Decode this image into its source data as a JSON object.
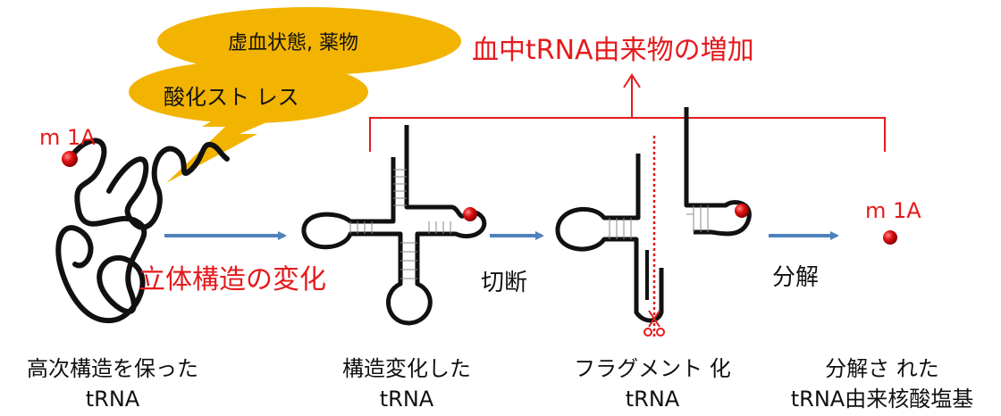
{
  "colors": {
    "red": "#e41a1c",
    "blue_arrow": "#4f81bd",
    "bubble_fill": "#f2b400",
    "black": "#111111"
  },
  "stressors": {
    "bubble_top": "虚血状態, 薬物",
    "bubble_bottom": "酸化スト レス"
  },
  "header": {
    "title": "血中tRNA由来物の増加"
  },
  "markers": {
    "m1a_left": "m 1A",
    "m1a_right": "m 1A"
  },
  "arrows": {
    "structure_change": "立体構造の変化",
    "cleavage": "切断",
    "degradation": "分解"
  },
  "captions": [
    {
      "line1": "高次構造を保った",
      "line2": "tRNA"
    },
    {
      "line1": "構造変化した",
      "line2": "tRNA"
    },
    {
      "line1": "フラグメント 化",
      "line2": "tRNA"
    },
    {
      "line1": "分解さ れた",
      "line2": "tRNA由来核酸塩基"
    }
  ]
}
